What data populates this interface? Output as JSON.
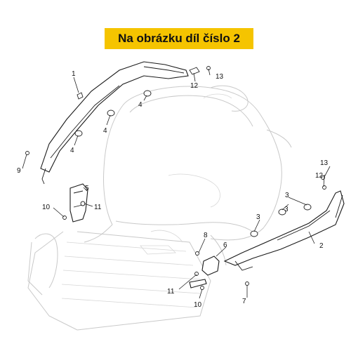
{
  "banner": {
    "text": "Na obrázku díl číslo 2",
    "color": "#f5c400"
  },
  "callouts": {
    "c1": "1",
    "c13a": "13",
    "c12a": "12",
    "c4a": "4",
    "c4b": "4",
    "c4c": "4",
    "c9": "9",
    "c5": "5",
    "c10a": "10",
    "c11a": "11",
    "c13b": "13",
    "c12b": "12",
    "c3a": "3",
    "c3b": "3",
    "c3c": "3",
    "c2": "2",
    "c8": "8",
    "c6": "6",
    "c11b": "11",
    "c10b": "10",
    "c7": "7"
  }
}
